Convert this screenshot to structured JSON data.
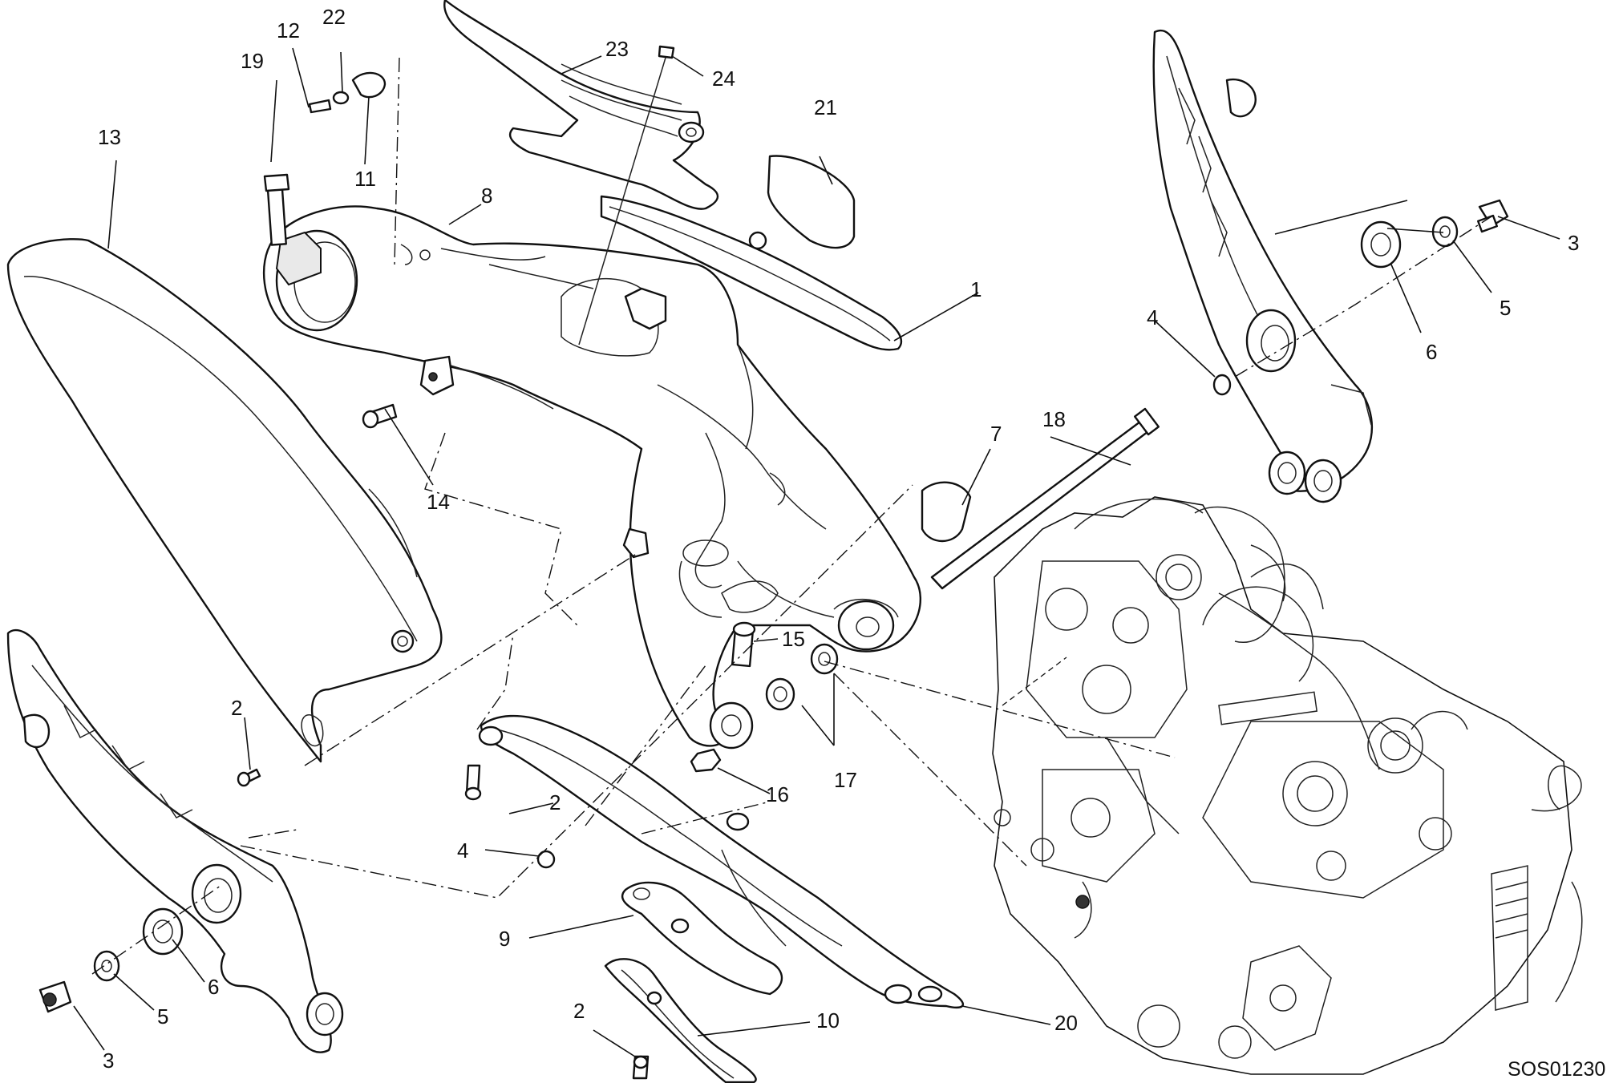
{
  "callouts": {
    "c1": "1",
    "c2a": "2",
    "c2b": "2",
    "c2c": "2",
    "c3a": "3",
    "c3b": "3",
    "c4a": "4",
    "c4b": "4",
    "c5a": "5",
    "c5b": "5",
    "c6a": "6",
    "c6b": "6",
    "c7": "7",
    "c8": "8",
    "c9": "9",
    "c10": "10",
    "c11": "11",
    "c12": "12",
    "c13": "13",
    "c14": "14",
    "c15": "15",
    "c16": "16",
    "c17": "17",
    "c18": "18",
    "c19": "19",
    "c20": "20",
    "c21": "21",
    "c22": "22",
    "c23": "23",
    "c24": "24"
  },
  "figure_code": "SOS01230"
}
